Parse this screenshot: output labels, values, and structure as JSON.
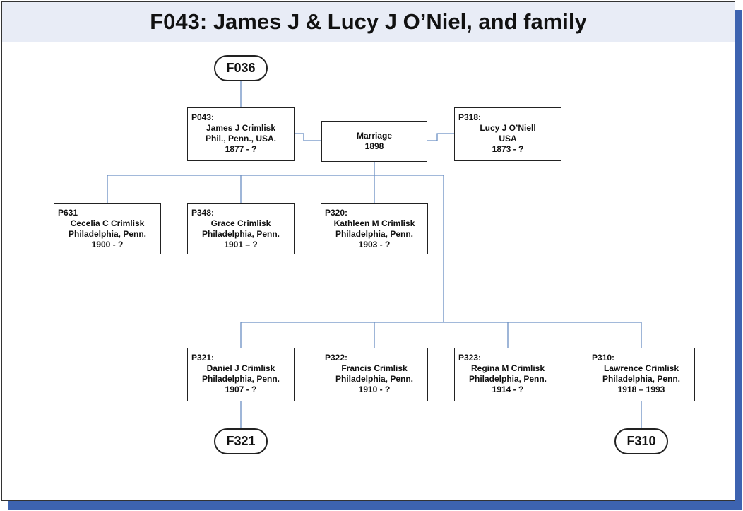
{
  "title": "F043: James J & Lucy J O’Niel, and family",
  "parent_family": "F036",
  "father": {
    "id": "P043:",
    "name": "James J Crimlisk",
    "place": "Phil., Penn., USA.",
    "dates": "1877 - ?"
  },
  "mother": {
    "id": "P318:",
    "name": "Lucy J O’Niell",
    "place": "USA",
    "dates": "1873 - ?"
  },
  "marriage": {
    "label": "Marriage",
    "year": "1898"
  },
  "children_row1": [
    {
      "id": "P631",
      "name": "Cecelia C Crimlisk",
      "place": "Philadelphia, Penn.",
      "dates": "1900 - ?"
    },
    {
      "id": "P348:",
      "name": "Grace Crimlisk",
      "place": "Philadelphia, Penn.",
      "dates": "1901 – ?"
    },
    {
      "id": "P320:",
      "name": "Kathleen M Crimlisk",
      "place": "Philadelphia, Penn.",
      "dates": "1903 - ?"
    }
  ],
  "children_row2": [
    {
      "id": "P321:",
      "name": "Daniel J Crimlisk",
      "place": "Philadelphia, Penn.",
      "dates": "1907 - ?"
    },
    {
      "id": "P322:",
      "name": "Francis Crimlisk",
      "place": "Philadelphia, Penn.",
      "dates": "1910 - ?"
    },
    {
      "id": "P323:",
      "name": "Regina M Crimlisk",
      "place": "Philadelphia, Penn.",
      "dates": "1914 - ?"
    },
    {
      "id": "P310:",
      "name": "Lawrence Crimlisk",
      "place": "Philadelphia, Penn.",
      "dates": "1918 – 1993"
    }
  ],
  "child_families": {
    "daniel": "F321",
    "lawrence": "F310"
  },
  "colors": {
    "connector": "#6b8fc4",
    "shadow": "#3d63b0",
    "header_bg": "#e8ecf6"
  }
}
